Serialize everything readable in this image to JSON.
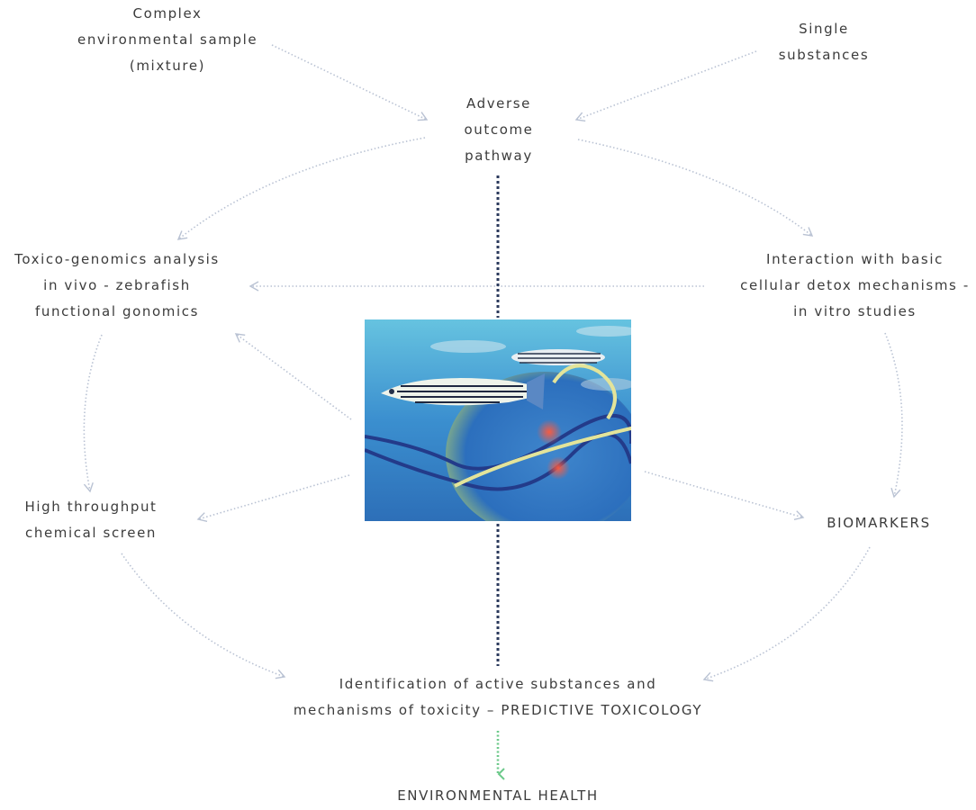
{
  "diagram": {
    "nodes": {
      "complex_sample": {
        "lines": [
          "Complex",
          "environmental sample",
          "(mixture)"
        ]
      },
      "single_substances": {
        "lines": [
          "Single",
          "substances"
        ]
      },
      "aop": {
        "lines": [
          "Adverse",
          "outcome",
          "pathway"
        ]
      },
      "toxicogenomics": {
        "lines": [
          "Toxico-genomics analysis",
          "in vivo - zebrafish",
          "functional gonomics"
        ]
      },
      "detox": {
        "lines": [
          "Interaction with basic",
          "cellular detox mechanisms -",
          "in vitro studies"
        ]
      },
      "hts": {
        "lines": [
          "High throughput",
          "chemical screen"
        ]
      },
      "biomarkers": {
        "lines": [
          "BIOMARKERS"
        ]
      },
      "identification": {
        "lines": [
          "Identification of active substances and",
          "mechanisms of toxicity – PREDICTIVE TOXICOLOGY"
        ]
      },
      "env_health": {
        "lines": [
          "ENVIRONMENTAL HEALTH"
        ]
      }
    },
    "center_image": {
      "subject": "zebrafish-dna-illustration"
    },
    "colors": {
      "arrow": "#b9c2d3",
      "center_line": "#2b3a5c",
      "green_arrow": "#6cc98a",
      "text": "#3c3c3c"
    }
  }
}
